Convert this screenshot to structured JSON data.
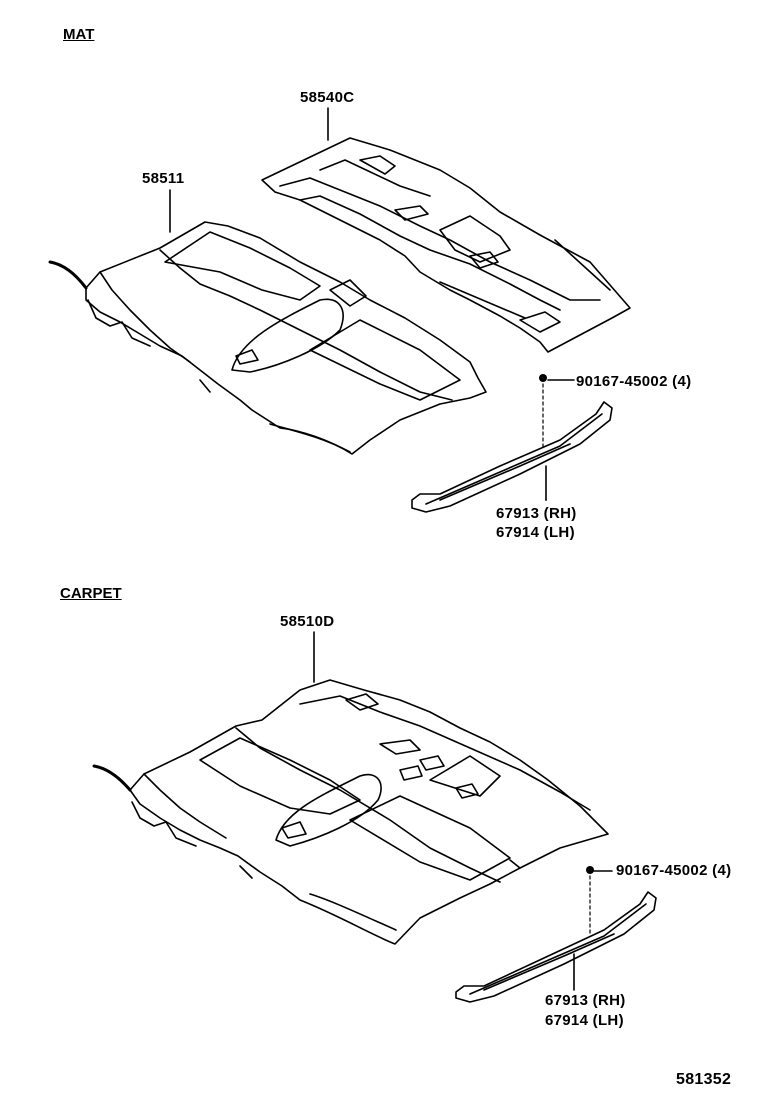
{
  "sections": {
    "mat": "MAT",
    "carpet": "CARPET"
  },
  "mat": {
    "rear_mat_part": "58540C",
    "front_mat_part": "58511",
    "clip_part": "90167-45002 (4)",
    "scuff_rh": "67913 (RH)",
    "scuff_lh": "67914 (LH)"
  },
  "carpet": {
    "carpet_part": "58510D",
    "clip_part": "90167-45002 (4)",
    "scuff_rh": "67913 (RH)",
    "scuff_lh": "67914 (LH)"
  },
  "figure_number": "581352"
}
